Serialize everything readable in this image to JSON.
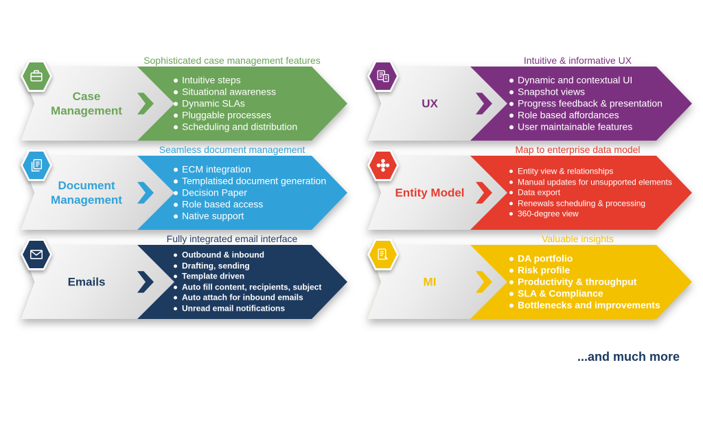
{
  "footer": {
    "more_label": "...and much more",
    "color": "#1B3A5F"
  },
  "sections": [
    {
      "id": "case-management",
      "title": "Case Management",
      "header": "Sophisticated case management features",
      "color": "#6CA459",
      "icon": "briefcase-icon",
      "bullets": [
        "Intuitive steps",
        "Situational awareness",
        "Dynamic SLAs",
        "Pluggable processes",
        "Scheduling and distribution"
      ]
    },
    {
      "id": "document-management",
      "title": "Document Management",
      "header": "Seamless document management",
      "color": "#30A2D9",
      "icon": "documents-icon",
      "bullets": [
        "ECM integration",
        "Templatised document generation",
        "Decision Paper",
        "Role based access",
        "Native support"
      ]
    },
    {
      "id": "emails",
      "title": "Emails",
      "header": "Fully integrated email interface",
      "color": "#1D3A5F",
      "icon": "envelope-icon",
      "bullets": [
        "Outbound & inbound",
        "Drafting, sending",
        "Template driven",
        "Auto fill content, recipients, subject",
        "Auto attach for inbound emails",
        "Unread email notifications"
      ]
    },
    {
      "id": "ux",
      "title": "UX",
      "header": "Intuitive & informative UX",
      "color": "#7C3180",
      "icon": "wireframe-icon",
      "bullets": [
        "Dynamic and contextual UI",
        "Snapshot views",
        "Progress feedback & presentation",
        "Role based affordances",
        "User maintainable features"
      ]
    },
    {
      "id": "entity-model",
      "title": "Entity Model",
      "header": "Map to enterprise data model",
      "color": "#E53C2E",
      "icon": "network-icon",
      "bullets": [
        "Entity view & relationships",
        "Manual updates for unsupported elements",
        "Data export",
        "Renewals scheduling & processing",
        "360-degree view"
      ]
    },
    {
      "id": "mi",
      "title": "MI",
      "header": "Valuable insights",
      "color": "#F3C100",
      "icon": "report-icon",
      "bullets": [
        "DA portfolio",
        "Risk profile",
        "Productivity & throughput",
        "SLA & Compliance",
        "Bottlenecks and improvements"
      ]
    }
  ]
}
